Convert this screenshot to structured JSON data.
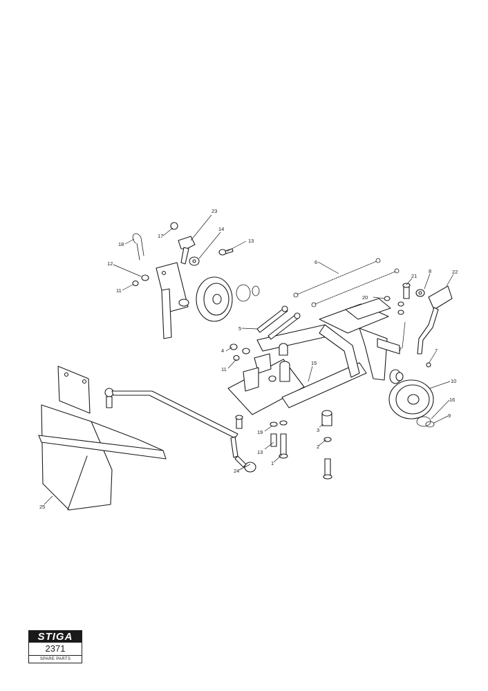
{
  "callouts": [
    {
      "id": "23",
      "text": "23"
    },
    {
      "id": "14",
      "text": "14"
    },
    {
      "id": "17",
      "text": "17"
    },
    {
      "id": "13a",
      "text": "13"
    },
    {
      "id": "18",
      "text": "18"
    },
    {
      "id": "12",
      "text": "12"
    },
    {
      "id": "11a",
      "text": "11"
    },
    {
      "id": "6",
      "text": "6"
    },
    {
      "id": "21",
      "text": "21"
    },
    {
      "id": "8",
      "text": "8"
    },
    {
      "id": "22",
      "text": "22"
    },
    {
      "id": "20",
      "text": "20"
    },
    {
      "id": "5",
      "text": "5"
    },
    {
      "id": "7a",
      "text": "7"
    },
    {
      "id": "4",
      "text": "4"
    },
    {
      "id": "11b",
      "text": "11"
    },
    {
      "id": "15",
      "text": "15"
    },
    {
      "id": "7b",
      "text": "7"
    },
    {
      "id": "10",
      "text": "10"
    },
    {
      "id": "16",
      "text": "16"
    },
    {
      "id": "9",
      "text": "9"
    },
    {
      "id": "19",
      "text": "19"
    },
    {
      "id": "3",
      "text": "3"
    },
    {
      "id": "13b",
      "text": "13"
    },
    {
      "id": "2",
      "text": "2"
    },
    {
      "id": "1",
      "text": "1"
    },
    {
      "id": "24",
      "text": "24"
    },
    {
      "id": "25",
      "text": "25"
    }
  ],
  "logo": {
    "brand": "STIGA",
    "diagram_number": "2371",
    "footer": "SPARE PARTS"
  }
}
